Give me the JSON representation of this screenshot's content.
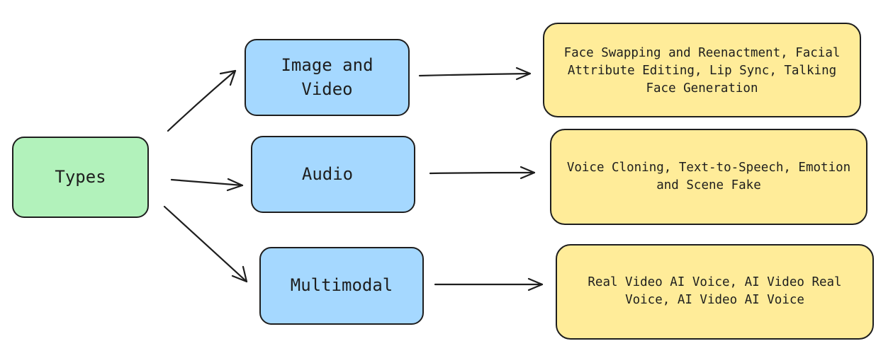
{
  "root": {
    "label": "Types"
  },
  "branches": [
    {
      "id": "image-video",
      "label_lines": [
        "Image and",
        "Video"
      ],
      "detail_lines": [
        "Face Swapping and Reenactment, Facial",
        "Attribute Editing, Lip Sync, Talking",
        "Face Generation"
      ]
    },
    {
      "id": "audio",
      "label_lines": [
        "Audio"
      ],
      "detail_lines": [
        "Voice Cloning, Text-to-Speech, Emotion",
        "and Scene Fake"
      ]
    },
    {
      "id": "multimodal",
      "label_lines": [
        "Multimodal"
      ],
      "detail_lines": [
        "Real Video AI Voice, AI Video Real",
        "Voice, AI Video AI Voice"
      ]
    }
  ],
  "colors": {
    "root_fill": "#b2f2bb",
    "type_fill": "#a5d8ff",
    "detail_fill": "#ffec99",
    "stroke": "#1e1e1e"
  }
}
